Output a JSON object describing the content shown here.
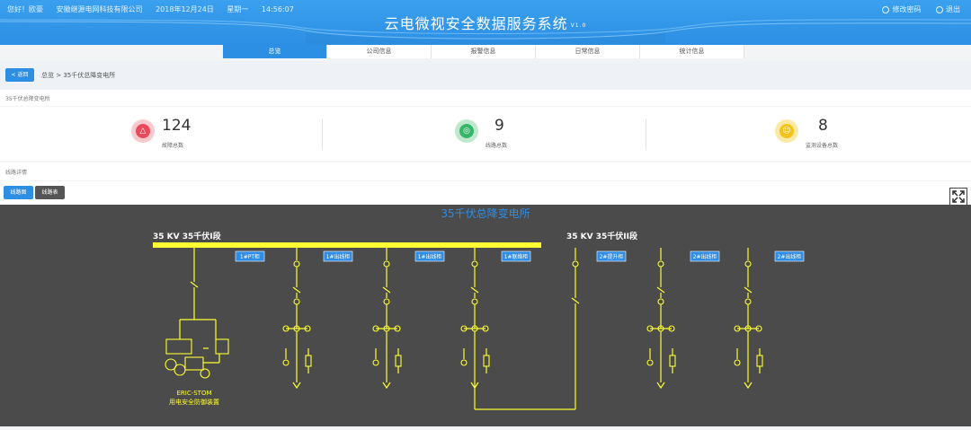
{
  "header": {
    "greeting": "您好！欧豪",
    "company": "安徽继源电网科技有限公司",
    "date": "2018年12月24日",
    "weekday": "星期一",
    "time": "14:56:07",
    "title": "云电微视安全数据服务系统",
    "version": "V1.0",
    "change_password": "修改密码",
    "logout": "退出"
  },
  "nav": {
    "tabs": [
      {
        "label": "总览",
        "active": true
      },
      {
        "label": "公司信息"
      },
      {
        "label": "报警信息"
      },
      {
        "label": "日常信息"
      },
      {
        "label": "统计信息"
      }
    ]
  },
  "breadcrumb": {
    "back_label": "< 返回",
    "path": "总览 > 35千伏总降变电所"
  },
  "substation": {
    "section_label": "35千伏总降变电所",
    "stats": [
      {
        "value": "124",
        "label": "故障总数",
        "color": "#e84c5c",
        "ring": "#f8c9cf",
        "icon": "warning-icon",
        "glyph": "△"
      },
      {
        "value": "9",
        "label": "线路总数",
        "color": "#37b66a",
        "ring": "#bfe8cf",
        "icon": "line-icon",
        "glyph": "◎"
      },
      {
        "value": "8",
        "label": "监测设备总数",
        "color": "#f2c31a",
        "ring": "#fbeaa6",
        "icon": "device-icon",
        "glyph": "☺"
      }
    ]
  },
  "line_detail": {
    "section_label": "线路详情",
    "buttons": [
      "线路图",
      "线路表"
    ]
  },
  "diagram": {
    "title": "35千伏总降变电所",
    "bus_left": "35 KV  35千伏I段",
    "bus_right": "35 KV  35千伏II段",
    "feeders": [
      "1#PT柜",
      "1#出线柜",
      "1#出线柜",
      "1#联络柜",
      "2#提升柜",
      "2#出线柜",
      "2#出线柜"
    ],
    "device_name": "ERIC-STOM",
    "device_desc": "用电安全防御装置",
    "colors": {
      "line": "#ffff33",
      "tag_bg": "#2e8de6",
      "title": "#2e8de6",
      "bg": "#4b4b4b"
    }
  }
}
